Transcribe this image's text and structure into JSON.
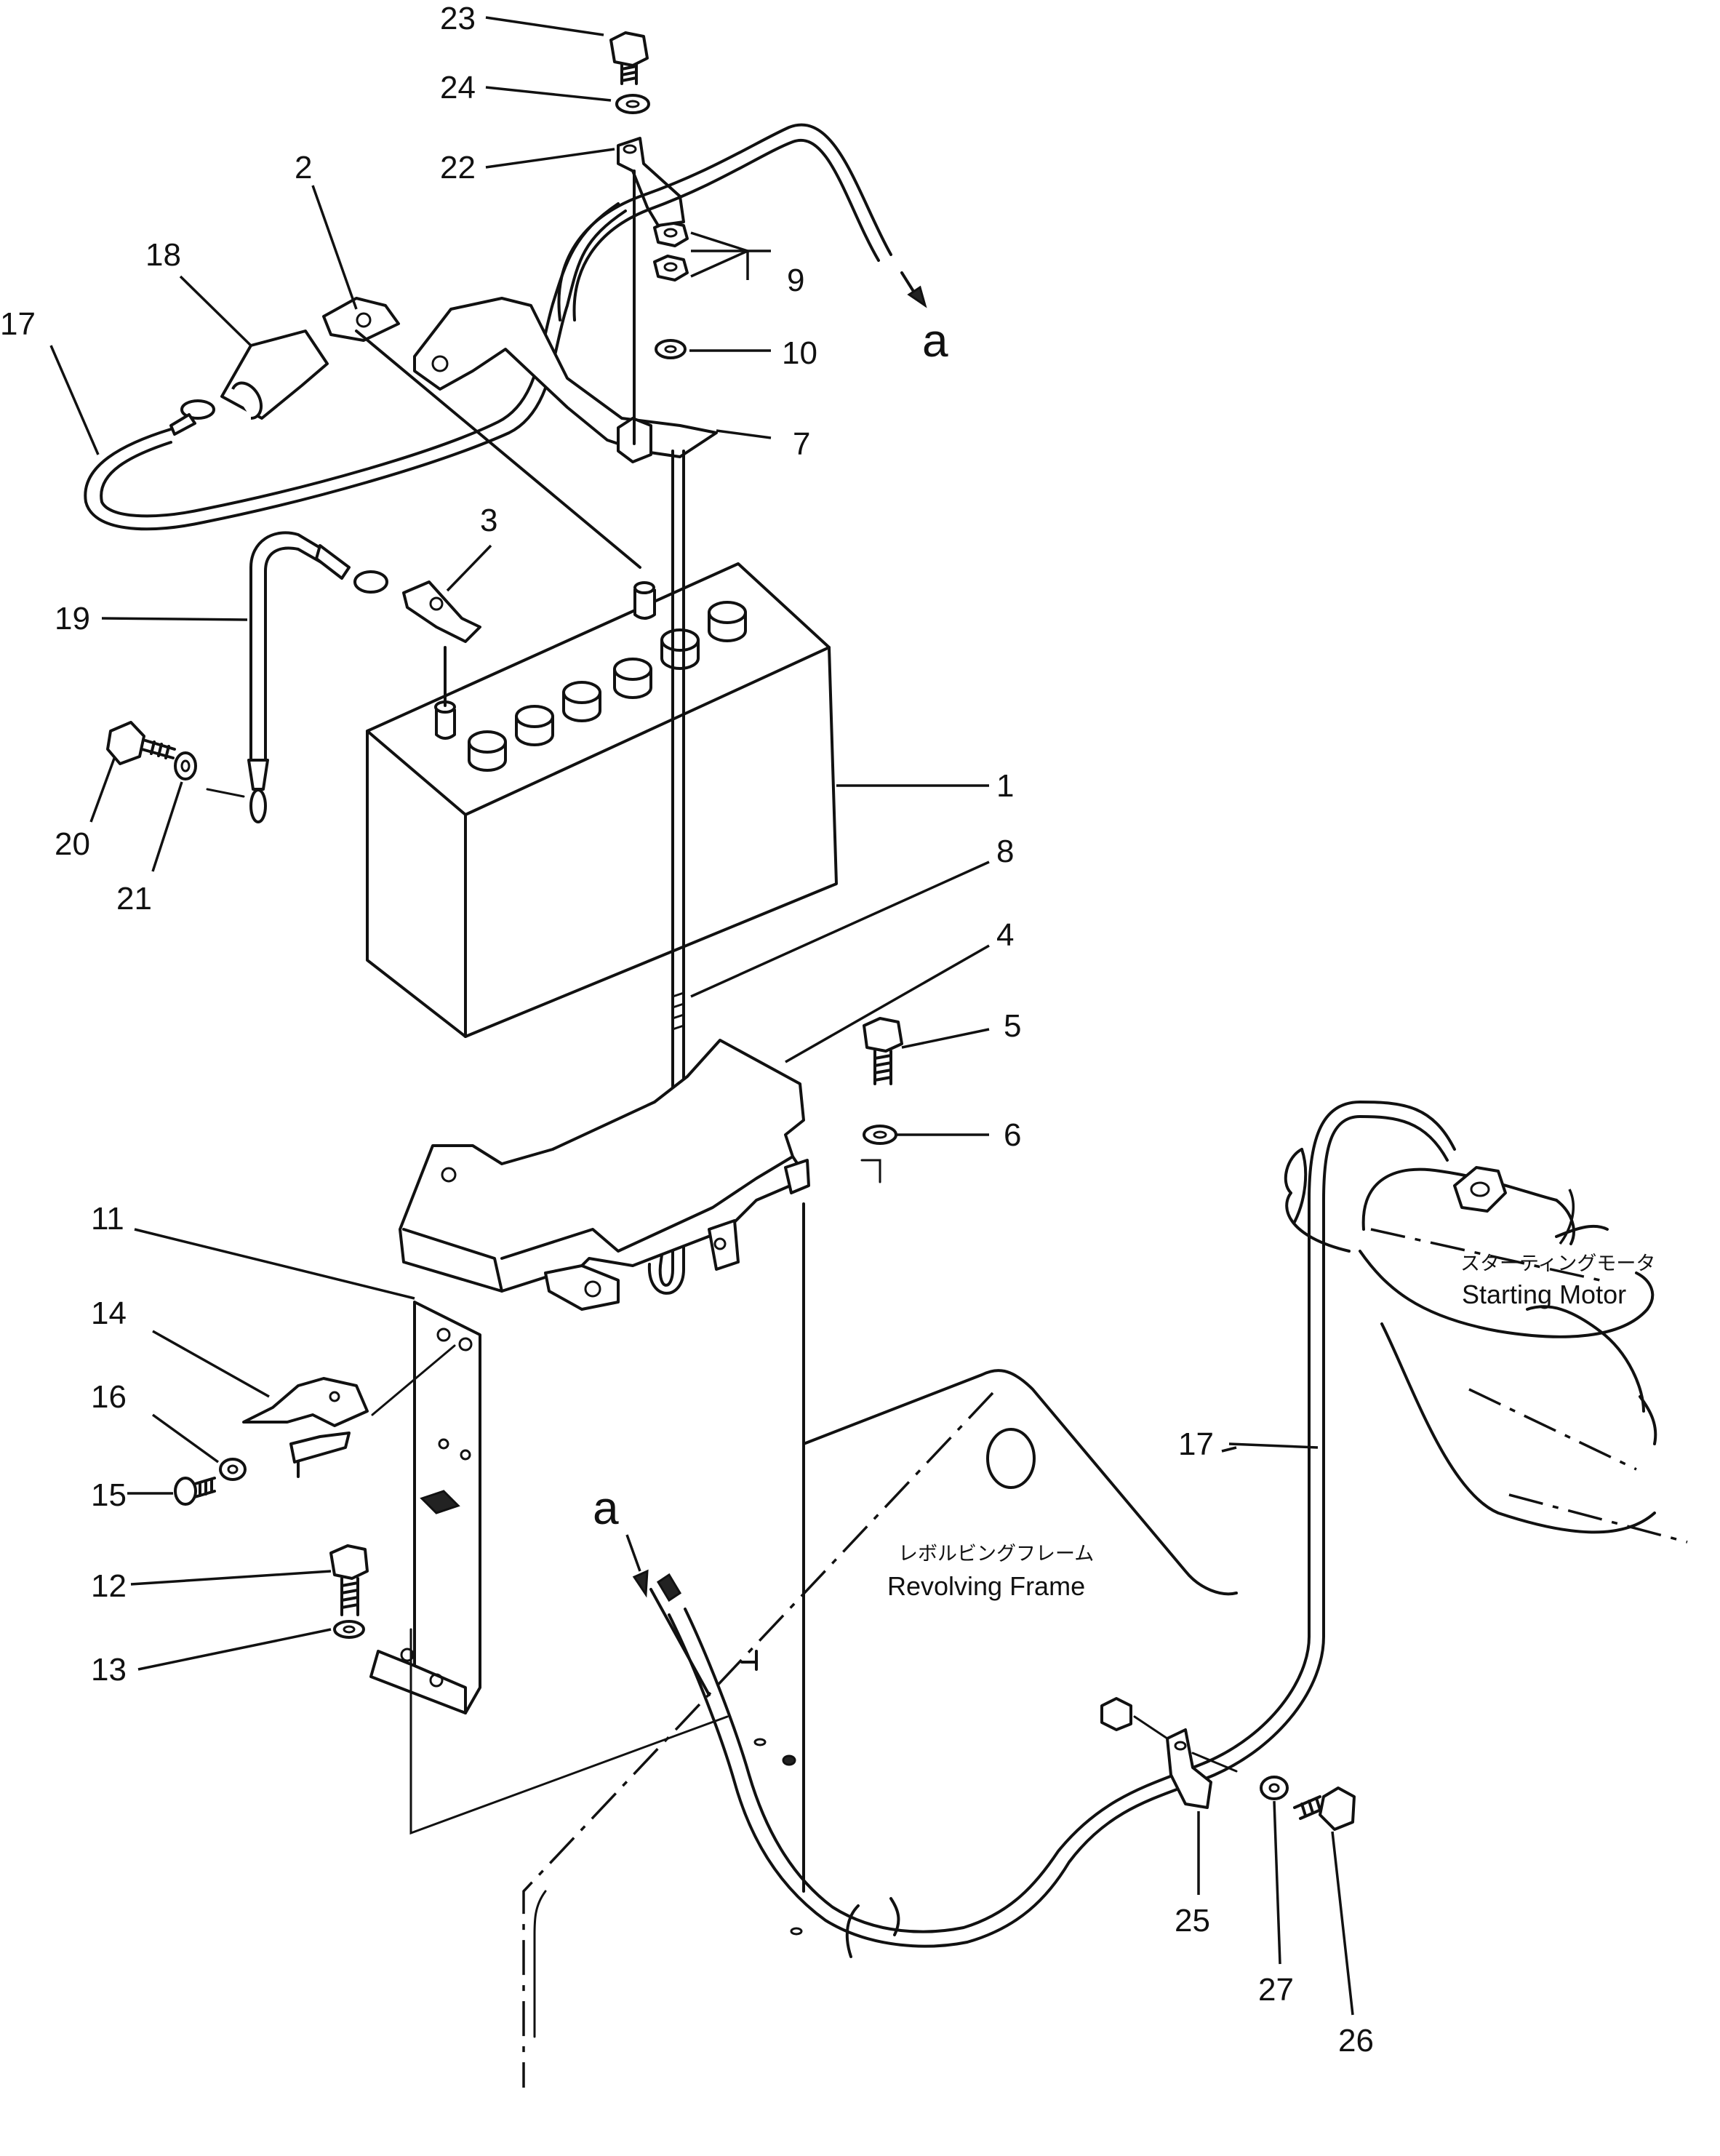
{
  "callouts": {
    "n1": "1",
    "n2": "2",
    "n3": "3",
    "n4": "4",
    "n5": "5",
    "n6": "6",
    "n7": "7",
    "n8": "8",
    "n9": "9",
    "n10": "10",
    "n11": "11",
    "n12": "12",
    "n13": "13",
    "n14": "14",
    "n15": "15",
    "n16": "16",
    "n17a": "17",
    "n17b": "17",
    "n18": "18",
    "n19": "19",
    "n20": "20",
    "n21": "21",
    "n22": "22",
    "n23": "23",
    "n24": "24",
    "n25": "25",
    "n26": "26",
    "n27": "27"
  },
  "markers": {
    "a_top": "a",
    "a_bottom": "a"
  },
  "labels": {
    "starting_motor_jp": "スターティングモータ",
    "starting_motor_en": "Starting Motor",
    "revolving_frame_jp": "レボルビングフレーム",
    "revolving_frame_en": "Revolving Frame"
  }
}
